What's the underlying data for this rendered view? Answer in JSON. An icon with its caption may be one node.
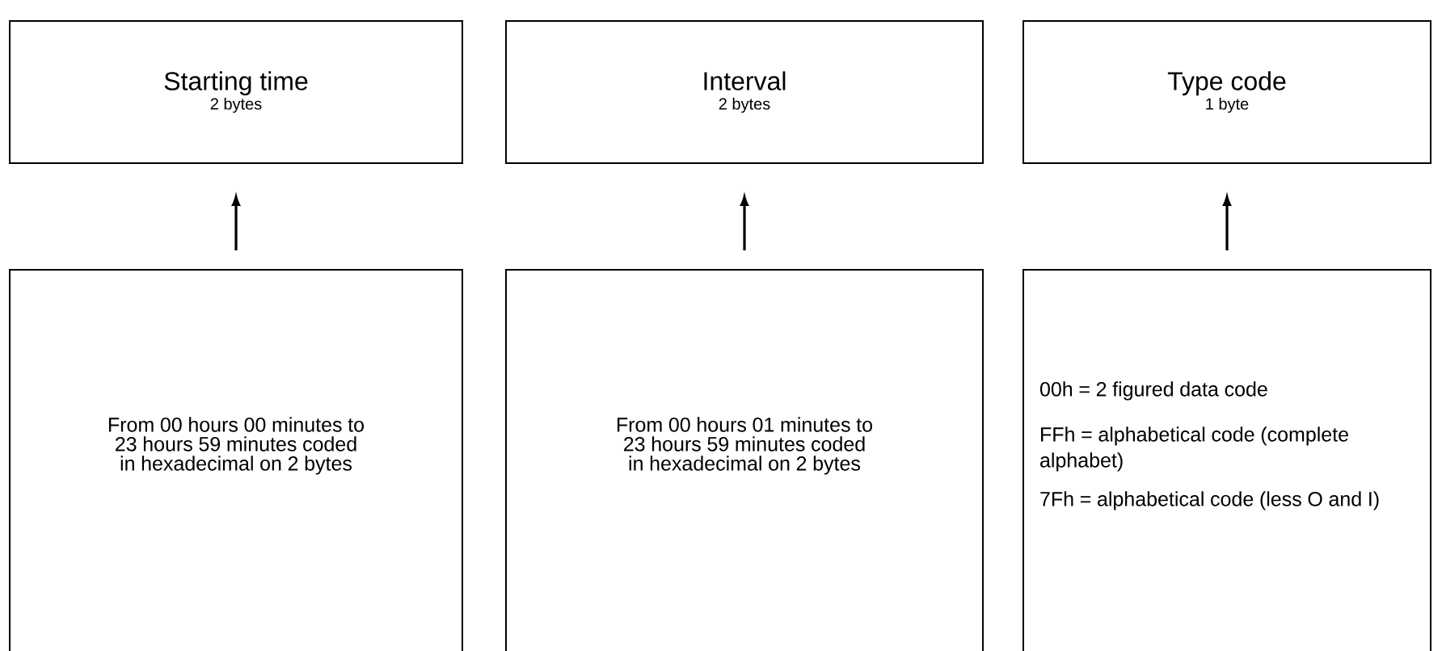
{
  "diagram": {
    "nodes": [
      {
        "text": [
          "Starting time",
          "2 bytes"
        ]
      },
      {
        "text": [
          "Interval",
          "2 bytes"
        ]
      },
      {
        "text": [
          "Type code",
          "1 byte"
        ]
      },
      {
        "text": [
          "From 00 hours 00 minutes to 23 hours 59 minutes coded in hexadecimal on 2 bytes"
        ]
      },
      {
        "text": [
          "From 00 hours 01 minutes to 23 hours 59 minutes coded in hexadecimal on 2 bytes"
        ]
      },
      {
        "text": [
          "00h = 2 figured data code",
          "FFh = alphabetical code (complete alphabet)",
          "7Fh = alphabetical code (less O and I)"
        ]
      }
    ],
    "edges": [
      {
        "from": 3,
        "to": 0,
        "arrow": "to"
      },
      {
        "from": 4,
        "to": 1,
        "arrow": "to"
      },
      {
        "from": 5,
        "to": 2,
        "arrow": "to"
      }
    ]
  }
}
